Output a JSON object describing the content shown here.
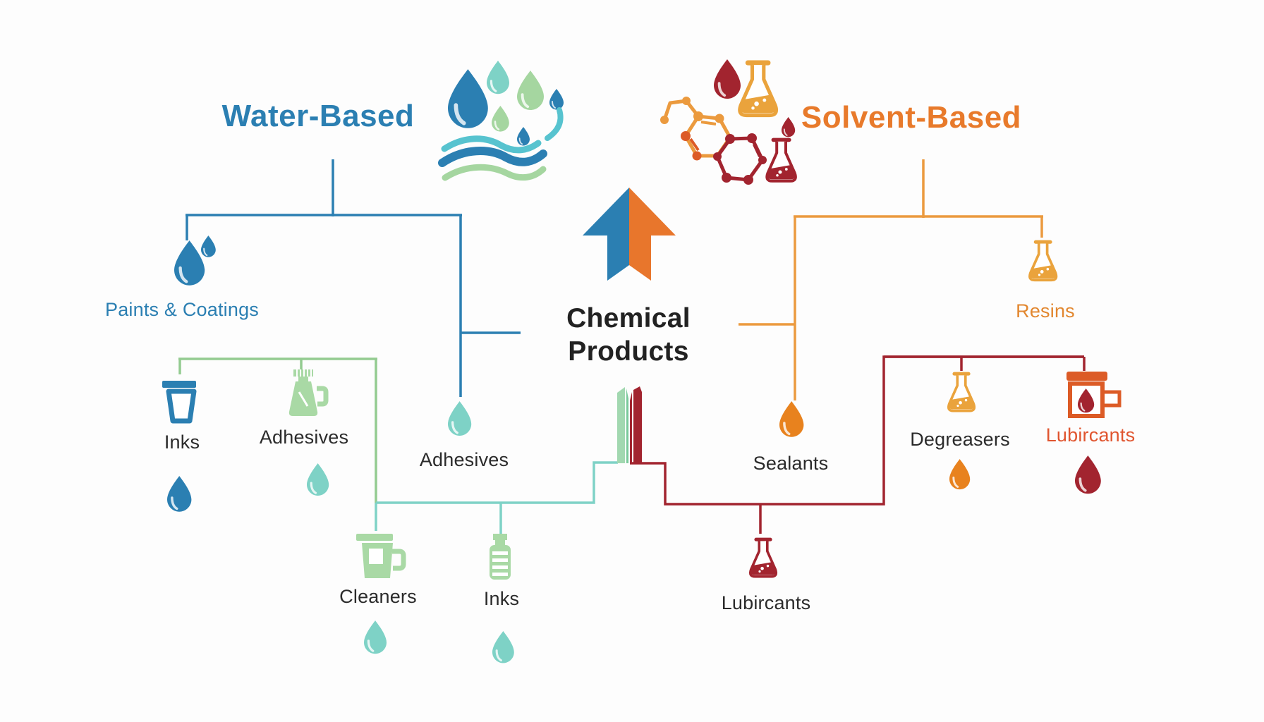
{
  "diagram": {
    "center_title_line1": "Chemical",
    "center_title_line2": "Products",
    "water": {
      "title": "Water-Based",
      "nodes": {
        "paints_coatings": "Paints & Coatings",
        "inks_top": "Inks",
        "adhesives_jug": "Adhesives",
        "adhesives_drop": "Adhesives",
        "cleaners": "Cleaners",
        "inks_bottom": "Inks"
      }
    },
    "solvent": {
      "title": "Solvent-Based",
      "nodes": {
        "resins": "Resins",
        "sealants": "Sealants",
        "degreasers": "Degreasers",
        "lubricants_top": "Lubircants",
        "lubricants_bottom": "Lubircants"
      }
    },
    "icons": {
      "water_logo": "water-drops-and-waves",
      "solvent_logo": "molecule-flasks-drop",
      "center_arrow": "split-up-arrow",
      "center_stripes": "green-red-book-spines"
    },
    "colors": {
      "blue": "#2b7fb2",
      "teal": "#7ed2c6",
      "teal_wave": "#57c3cf",
      "green_line": "#93cb90",
      "light_green": "#a9d9a5",
      "green_drop": "#a5d6a0",
      "orange_text": "#e87a2b",
      "orange_line": "#eb9a3e",
      "orange_drop": "#e8821e",
      "golden": "#eaa33c",
      "dark_red": "#a2242f",
      "vermilion": "#dc5b26",
      "red_text": "#e0552f",
      "resins_text": "#e2872f",
      "stripe_green": "#a2d8b0",
      "stripe_green2": "#79c99a",
      "text_dark": "#2b2b2b"
    }
  }
}
